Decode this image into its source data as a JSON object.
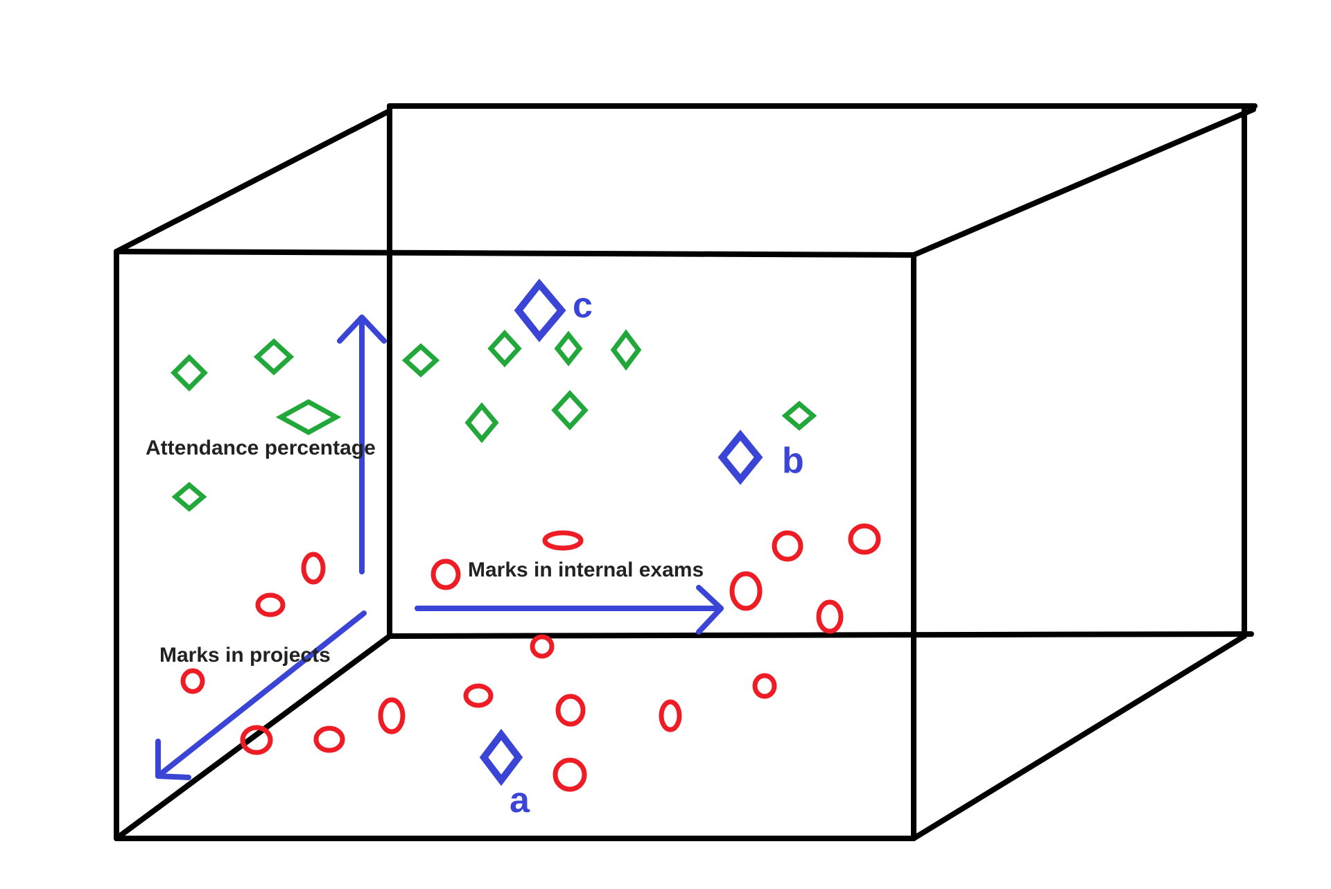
{
  "colors": {
    "box": "#000000",
    "axis": "#3a45d6",
    "class_green": "#22a83a",
    "class_red": "#ee1c24",
    "query": "#3a45d6"
  },
  "axes": {
    "vertical_label": "Attendance percentage",
    "horizontal_label": "Marks in internal exams",
    "depth_label": "Marks in projects"
  },
  "query_points": {
    "a": "a",
    "b": "b",
    "c": "c"
  }
}
